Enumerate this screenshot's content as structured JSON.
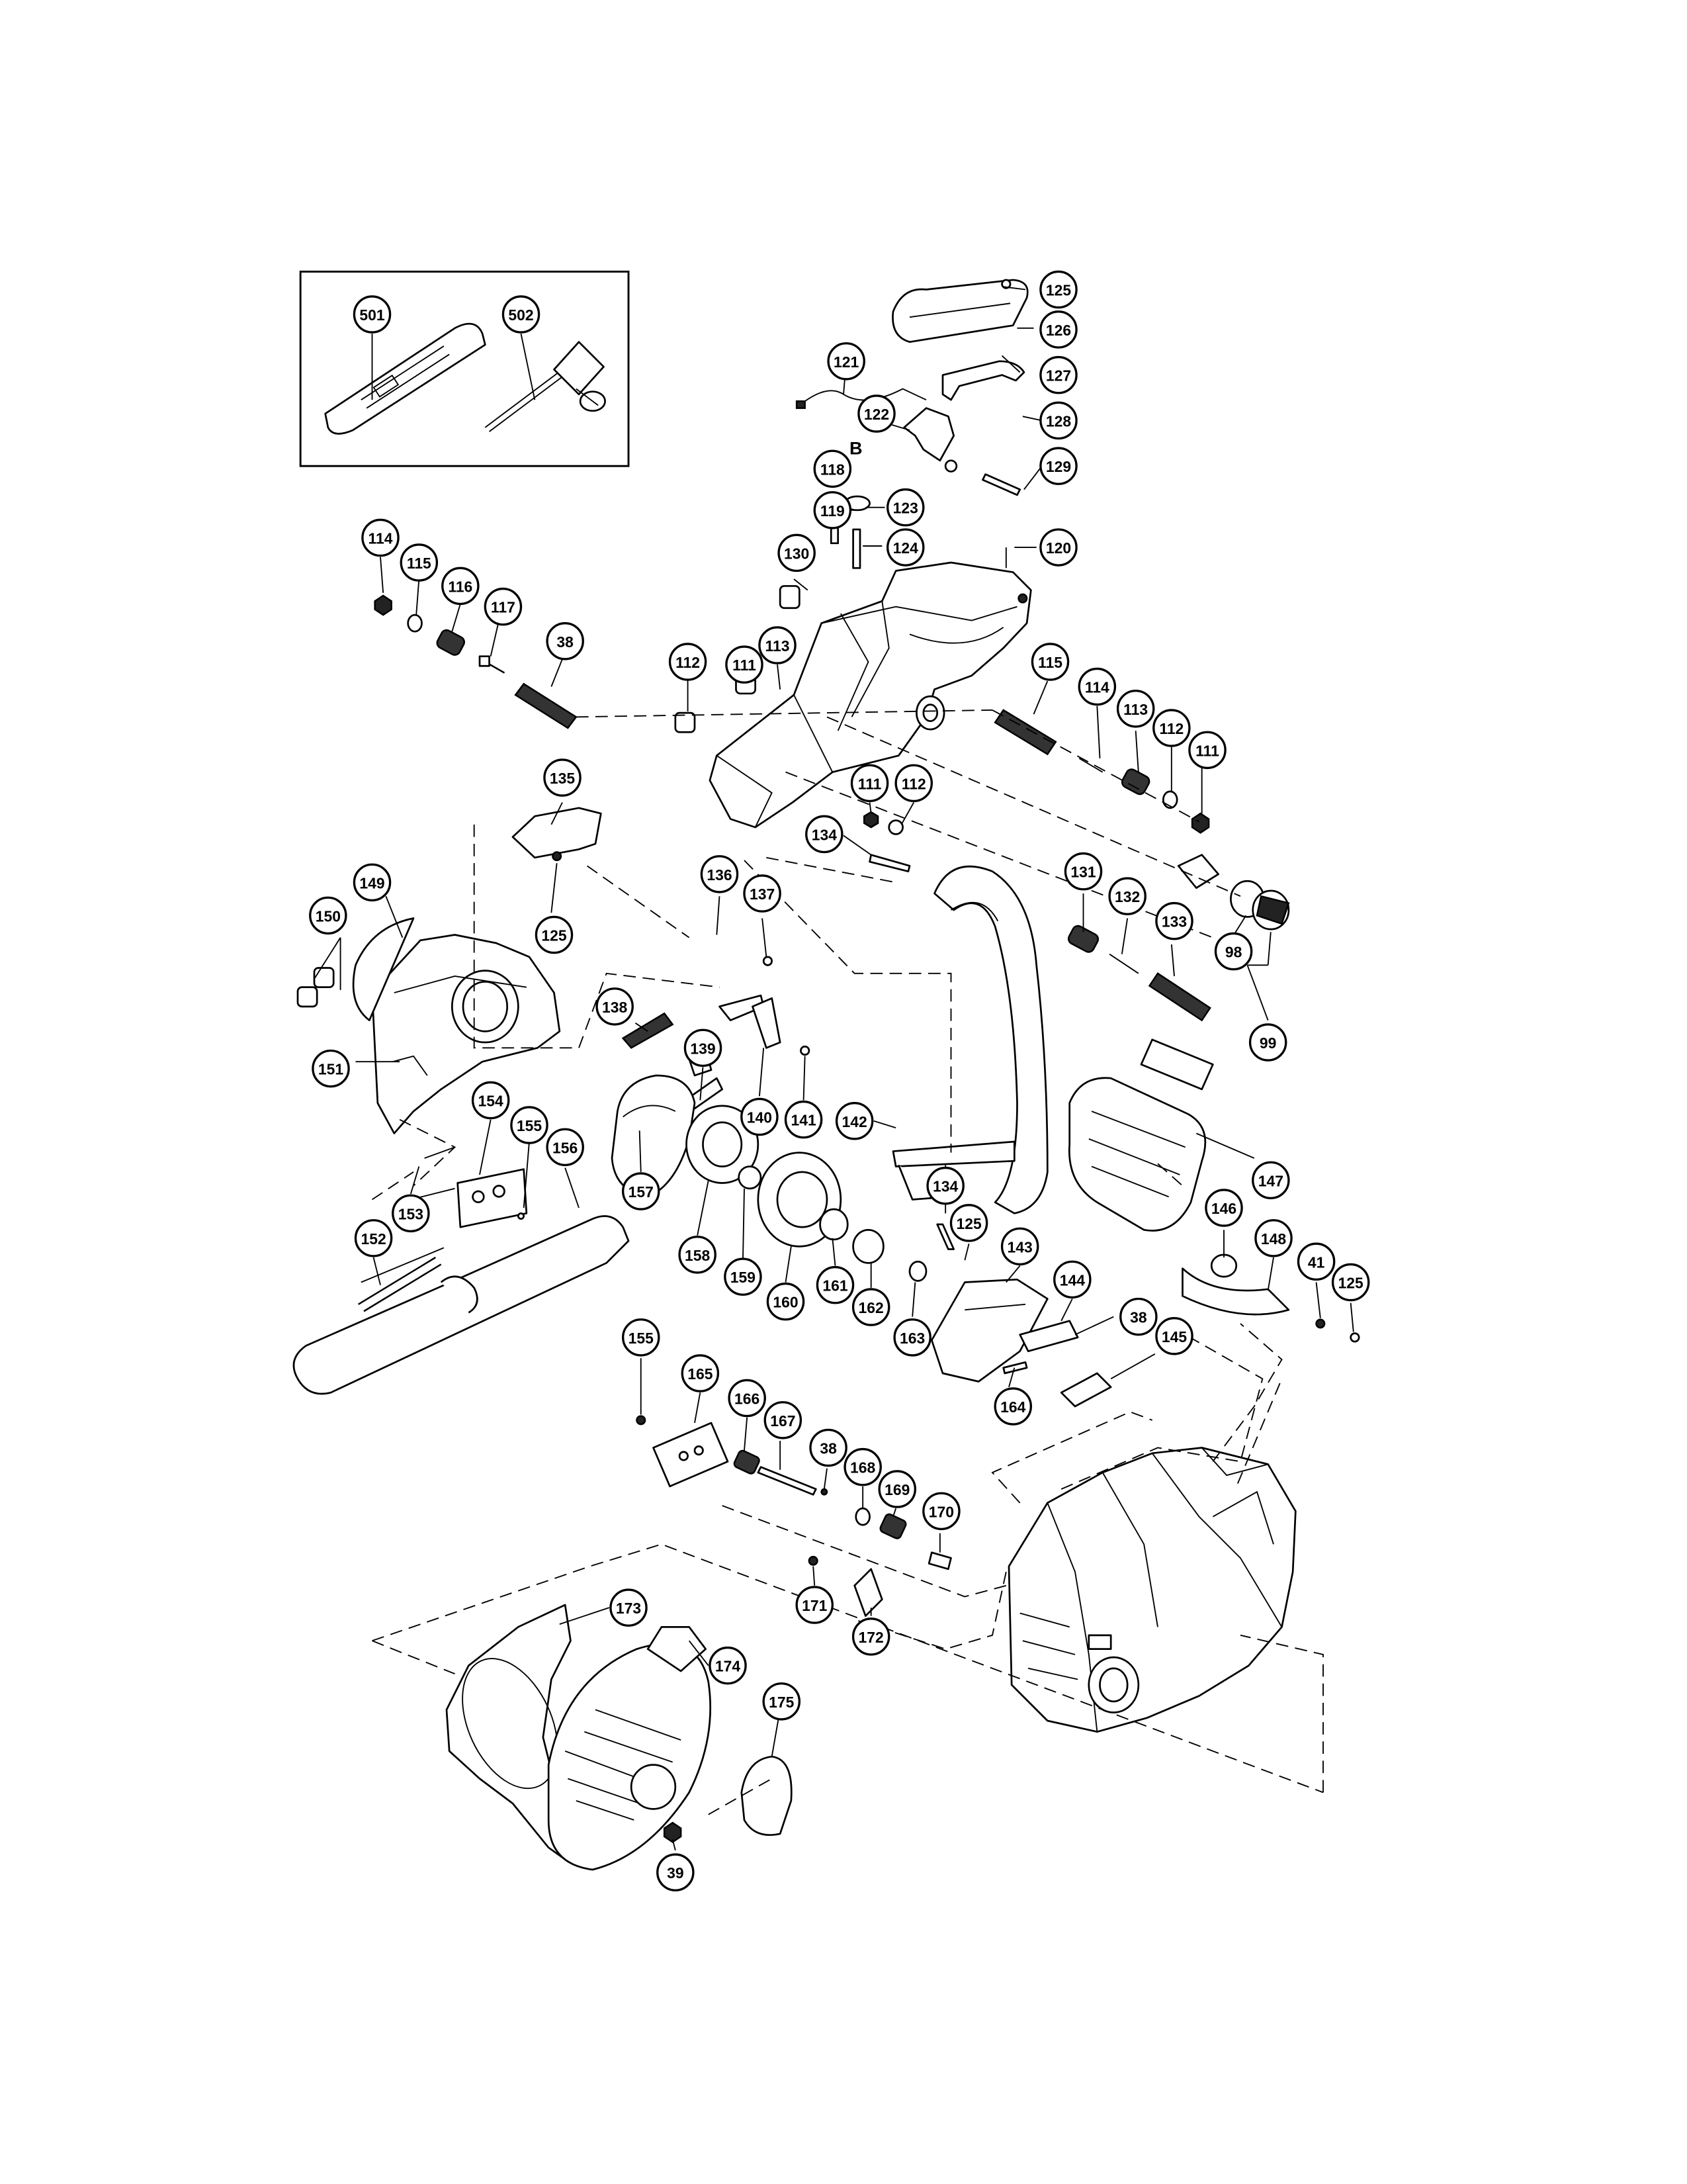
{
  "diagram": {
    "reference_marker": "B",
    "kit_callouts": [
      "501",
      "502"
    ],
    "callouts": [
      "501",
      "502",
      "125",
      "126",
      "127",
      "121",
      "122",
      "128",
      "129",
      "118",
      "123",
      "119",
      "124",
      "120",
      "130",
      "111",
      "112",
      "113",
      "114",
      "115",
      "116",
      "117",
      "38",
      "115",
      "114",
      "113",
      "112",
      "111",
      "111",
      "112",
      "134",
      "131",
      "132",
      "133",
      "98",
      "99",
      "135",
      "125",
      "136",
      "137",
      "149",
      "150",
      "138",
      "139",
      "140",
      "141",
      "142",
      "151",
      "154",
      "155",
      "156",
      "153",
      "157",
      "158",
      "159",
      "160",
      "161",
      "162",
      "163",
      "152",
      "134",
      "147",
      "146",
      "148",
      "41",
      "125",
      "125",
      "143",
      "144",
      "38",
      "145",
      "164",
      "155",
      "165",
      "166",
      "167",
      "38",
      "168",
      "169",
      "170",
      "171",
      "172",
      "173",
      "174",
      "175",
      "39"
    ]
  }
}
